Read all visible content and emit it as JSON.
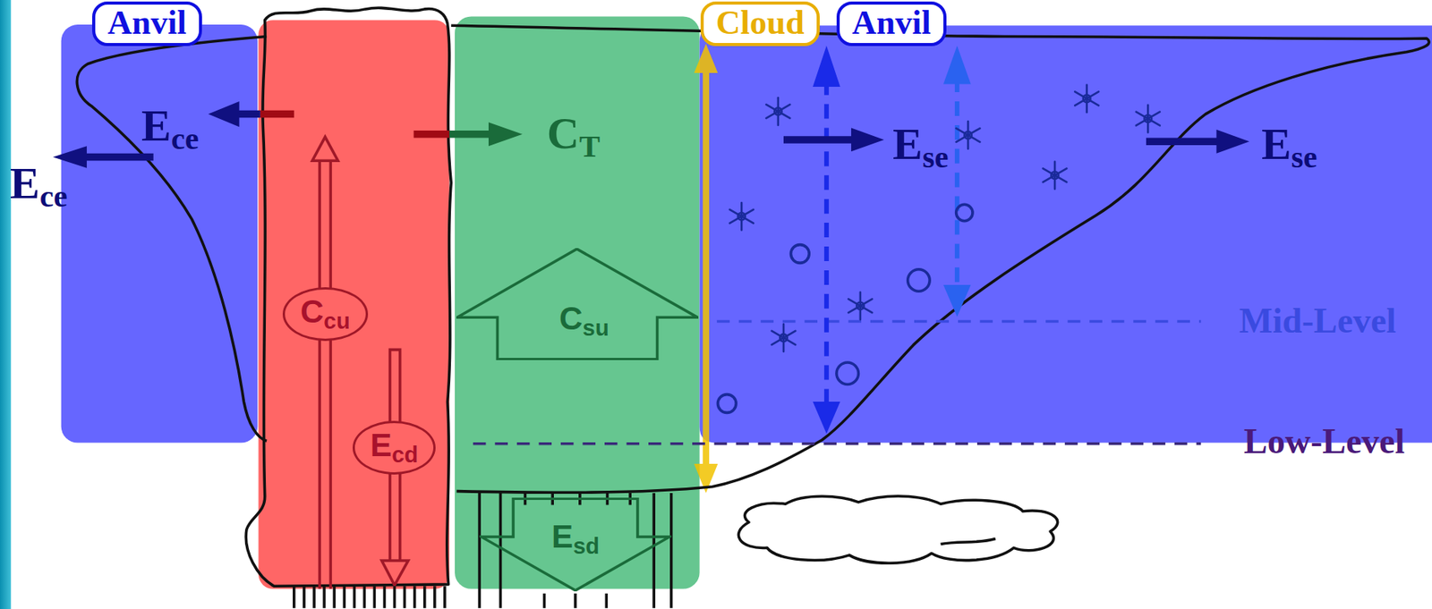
{
  "diagram": {
    "nodes": [
      {
        "text": [
          "Anvil"
        ]
      },
      {
        "text": [
          "Cloud"
        ]
      },
      {
        "text": [
          "Anvil"
        ]
      },
      {
        "text": [
          "Ccu"
        ]
      },
      {
        "text": [
          "Ecd"
        ]
      },
      {
        "text": [
          "Csu"
        ]
      },
      {
        "text": [
          "Esd"
        ]
      }
    ],
    "labels": [
      "Ece",
      "Ece",
      "CT",
      "Ese",
      "Ese",
      "Mid-Level",
      "Low-Level"
    ]
  }
}
